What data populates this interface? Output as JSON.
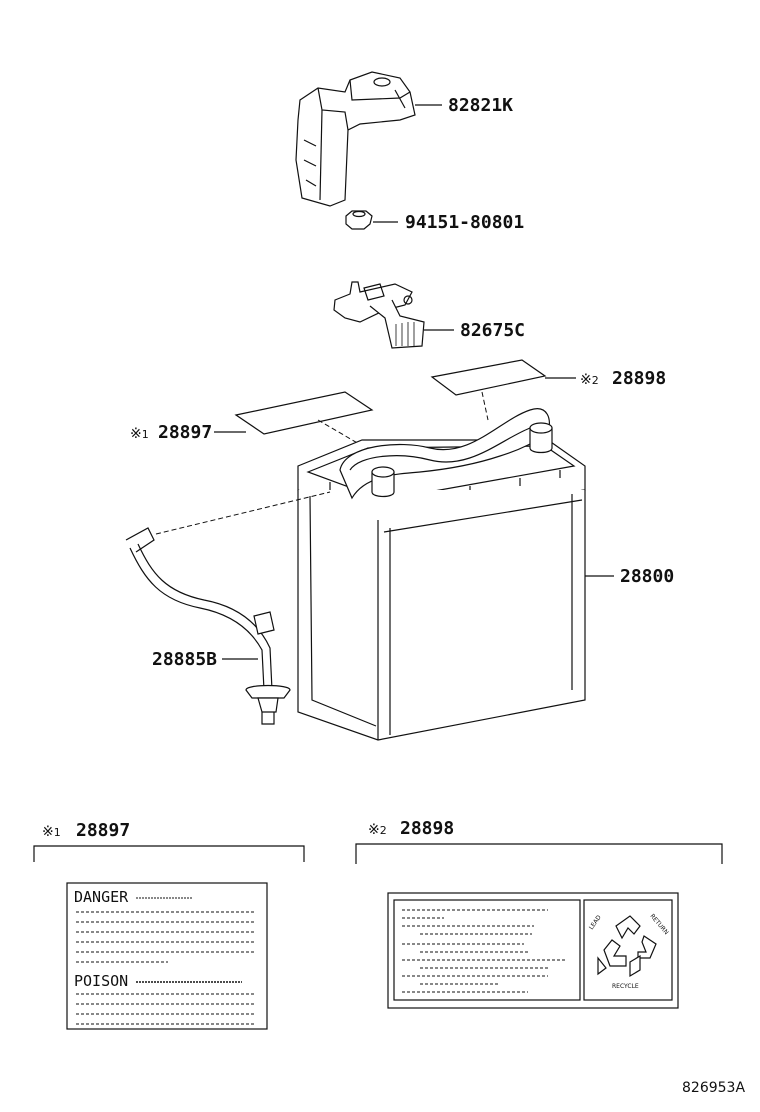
{
  "parts": {
    "cover": "82821K",
    "nut": "94151-80801",
    "terminal": "82675C",
    "label2": "28898",
    "label1": "28897",
    "battery": "28800",
    "hose": "28885B"
  },
  "marks": {
    "symbol": "※",
    "one": "1",
    "two": "2"
  },
  "detail1": {
    "part": "28897",
    "word_a": "DANGER",
    "word_b": "POISON"
  },
  "detail2": {
    "part": "28898",
    "word_left": "LEAD",
    "word_right": "RETURN",
    "word_bottom": "RECYCLE"
  },
  "figure_id": "826953A"
}
